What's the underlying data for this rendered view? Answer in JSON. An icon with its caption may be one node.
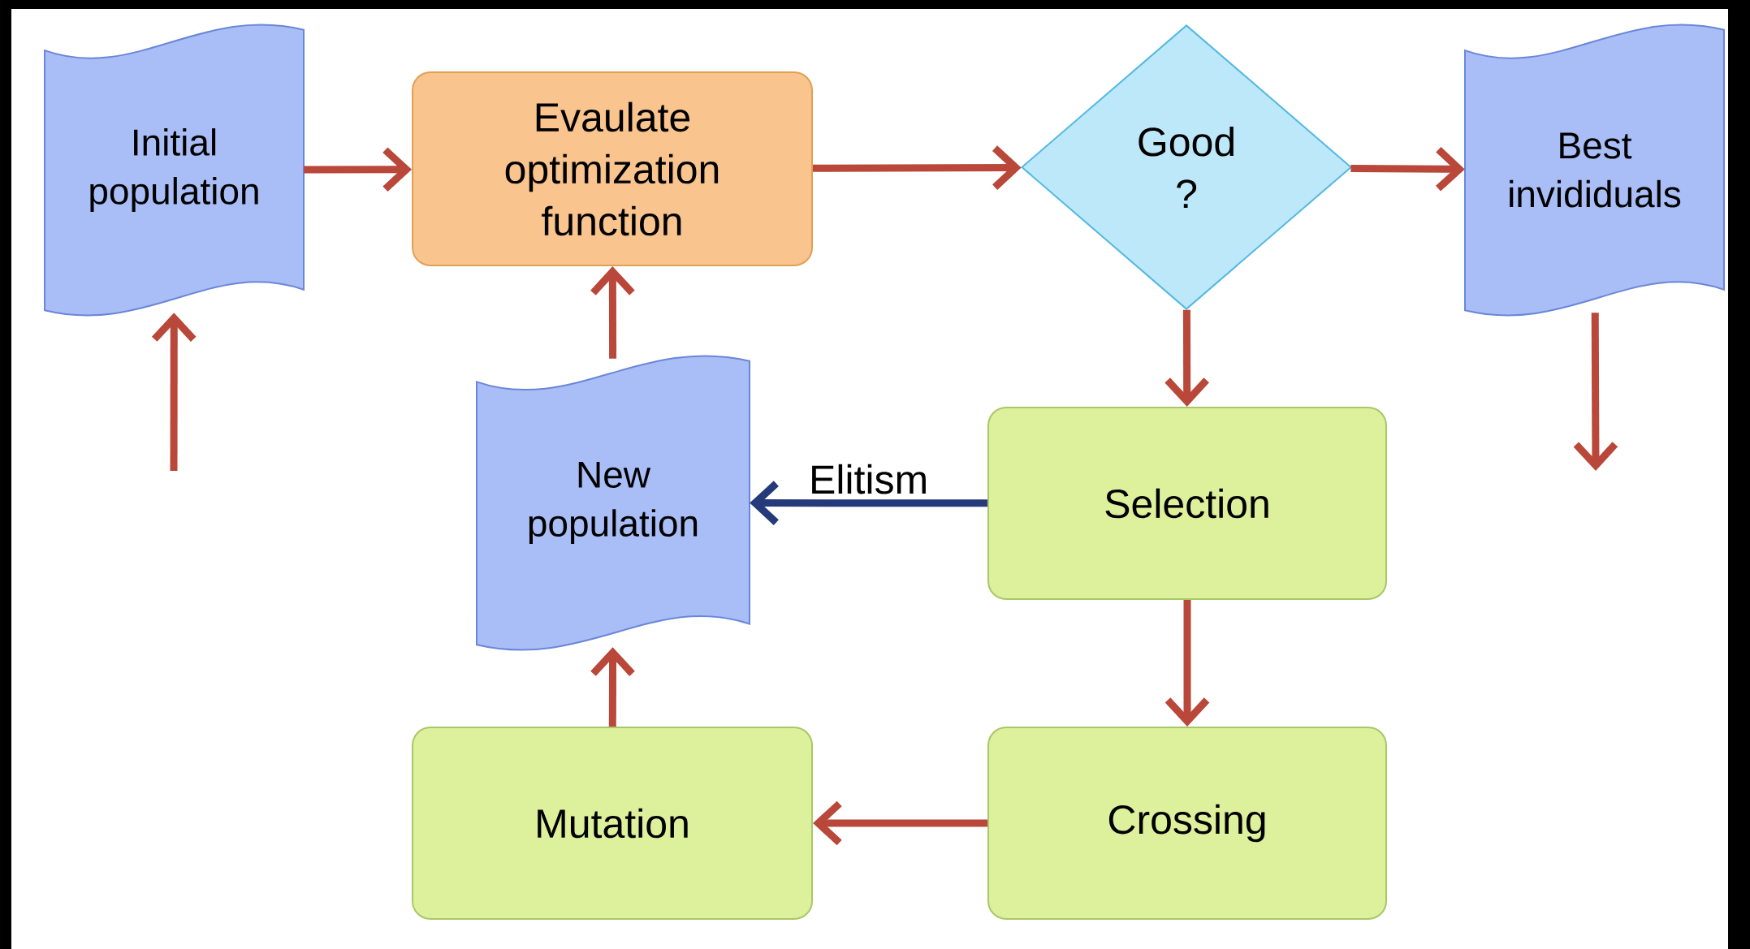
{
  "diagram": {
    "nodes": [
      {
        "text": [
          "Initial population"
        ]
      },
      {
        "text": [
          "Evaulate optimization function"
        ]
      },
      {
        "text": [
          "Good ?"
        ]
      },
      {
        "text": [
          "Best invididuals"
        ]
      },
      {
        "text": [
          "New population"
        ]
      },
      {
        "text": [
          "Selection"
        ]
      },
      {
        "text": [
          "Mutation"
        ]
      },
      {
        "text": [
          "Crossing"
        ]
      }
    ],
    "edges": [
      {
        "from": null,
        "to": 0,
        "arrow": "to"
      },
      {
        "from": 0,
        "to": 1,
        "arrow": "to"
      },
      {
        "from": 1,
        "to": 2,
        "arrow": "to"
      },
      {
        "from": 2,
        "to": 3,
        "arrow": "to"
      },
      {
        "from": 3,
        "to": null,
        "arrow": "to"
      },
      {
        "from": 2,
        "to": 5,
        "arrow": "to"
      },
      {
        "from": 5,
        "to": 4,
        "arrow": "to",
        "label": "Elitism",
        "color": "#253a7a"
      },
      {
        "from": 5,
        "to": 7,
        "arrow": "to"
      },
      {
        "from": 7,
        "to": 6,
        "arrow": "to"
      },
      {
        "from": 6,
        "to": 4,
        "arrow": "to"
      },
      {
        "from": 4,
        "to": 1,
        "arrow": "to"
      }
    ]
  }
}
